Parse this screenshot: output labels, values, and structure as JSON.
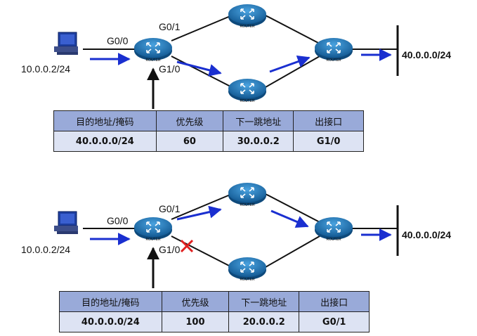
{
  "scenario_top": {
    "host_ip": "10.0.0.2/24",
    "iface_g00": "G0/0",
    "iface_g01": "G0/1",
    "iface_g10": "G1/0",
    "dest_network": "40.0.0.0/24",
    "table": {
      "headers": [
        "目的地址/掩码",
        "优先级",
        "下一跳地址",
        "出接口"
      ],
      "row": [
        "40.0.0.0/24",
        "60",
        "30.0.0.2",
        "G1/0"
      ]
    }
  },
  "scenario_bottom": {
    "host_ip": "10.0.0.2/24",
    "iface_g00": "G0/0",
    "iface_g01": "G0/1",
    "iface_g10": "G1/0",
    "dest_network": "40.0.0.0/24",
    "table": {
      "headers": [
        "目的地址/掩码",
        "优先级",
        "下一跳地址",
        "出接口"
      ],
      "row": [
        "40.0.0.0/24",
        "100",
        "20.0.0.2",
        "G0/1"
      ]
    }
  },
  "router_label": "ROUTER",
  "colors": {
    "arrow": "#1a2fd0",
    "router": "#1f6fb0",
    "table_header": "#99aad9",
    "table_value": "#dde3f3",
    "failure_mark": "#e02020"
  }
}
